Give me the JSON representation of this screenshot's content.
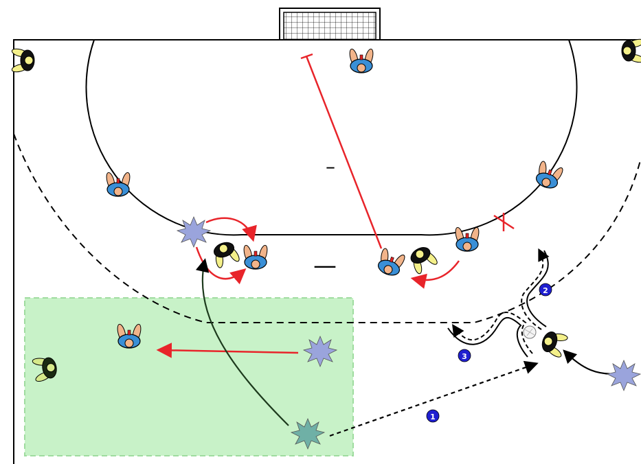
{
  "court": {
    "line_color": "#000000",
    "zone_fill": "#c8f2c8",
    "zone_border": "#9fdc9f"
  },
  "colors": {
    "blue_team": "#3a8fd6",
    "black_team": "#111111",
    "skin": "#f2b48a",
    "yellow_arms": "#f4f08a",
    "red_arrow": "#e8242a",
    "star_lavender": "#9aa4dc",
    "star_teal": "#6fb0a6",
    "badge": "#1f1fd0"
  },
  "icons": {
    "goal": "goal-net-icon",
    "player_blue": "player-blue-icon",
    "player_black": "player-black-icon",
    "attacker_star": "attacker-star-icon",
    "ball": "ball-icon",
    "cross_mark": "cross-mark-icon"
  },
  "badges": {
    "step1": "1",
    "step2": "2",
    "step3": "3"
  },
  "marks": {
    "minus_short": "–",
    "minus_long": "—"
  }
}
